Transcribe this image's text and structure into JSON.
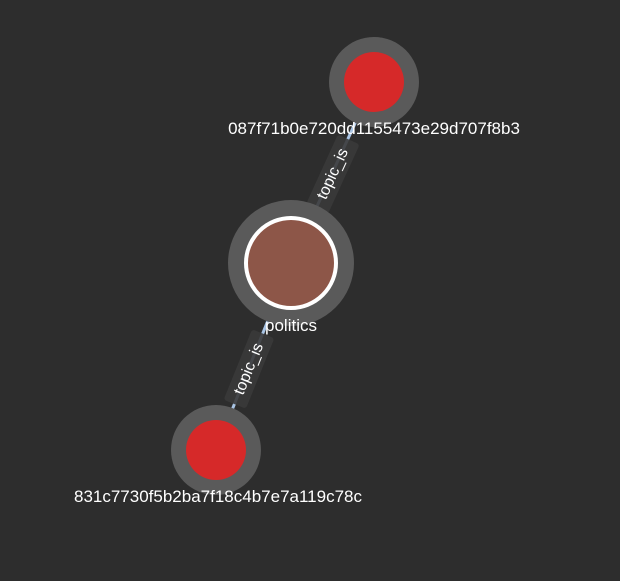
{
  "graph": {
    "colors": {
      "background": "#2d2d2d",
      "node_halo": "#5a5a5a",
      "edge": "#a9c4e4",
      "edge_label_bg": "#3a3a3a",
      "center_node_fill": "#8d5648",
      "center_node_stroke": "#ffffff",
      "leaf_node_fill": "#d62929"
    },
    "nodes": [
      {
        "id": "center",
        "label": "politics",
        "kind": "center",
        "selected": true
      },
      {
        "id": "top",
        "label": "087f71b0e720dd1155473e29d707f8b3",
        "kind": "leaf",
        "selected": false
      },
      {
        "id": "bottom",
        "label": "831c7730f5b2ba7f18c4b7e7a119c78c",
        "kind": "leaf",
        "selected": false
      }
    ],
    "edges": [
      {
        "from": "top",
        "to": "center",
        "label": "topic_is"
      },
      {
        "from": "bottom",
        "to": "center",
        "label": "topic_is"
      }
    ]
  }
}
